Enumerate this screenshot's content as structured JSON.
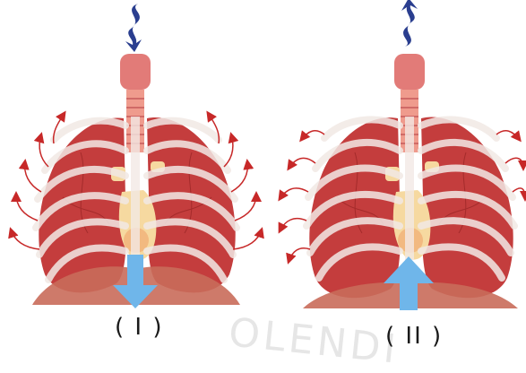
{
  "labels": {
    "panel_1": "( I )",
    "panel_2": "( II )"
  },
  "watermark": "OLENDI",
  "colors": {
    "lung_dark": "#b52e2e",
    "lung_mid": "#d65050",
    "lung_light": "#ef9b8d",
    "rib": "#f2e9e5",
    "trachea": "#e27b78",
    "heart": "#f6d9a0",
    "diaphragm": "#c96b5a",
    "rib_arrow": "#c72828",
    "air_arrow": "#2a3e8f",
    "diaphragm_arrow": "#6fb6ea"
  }
}
